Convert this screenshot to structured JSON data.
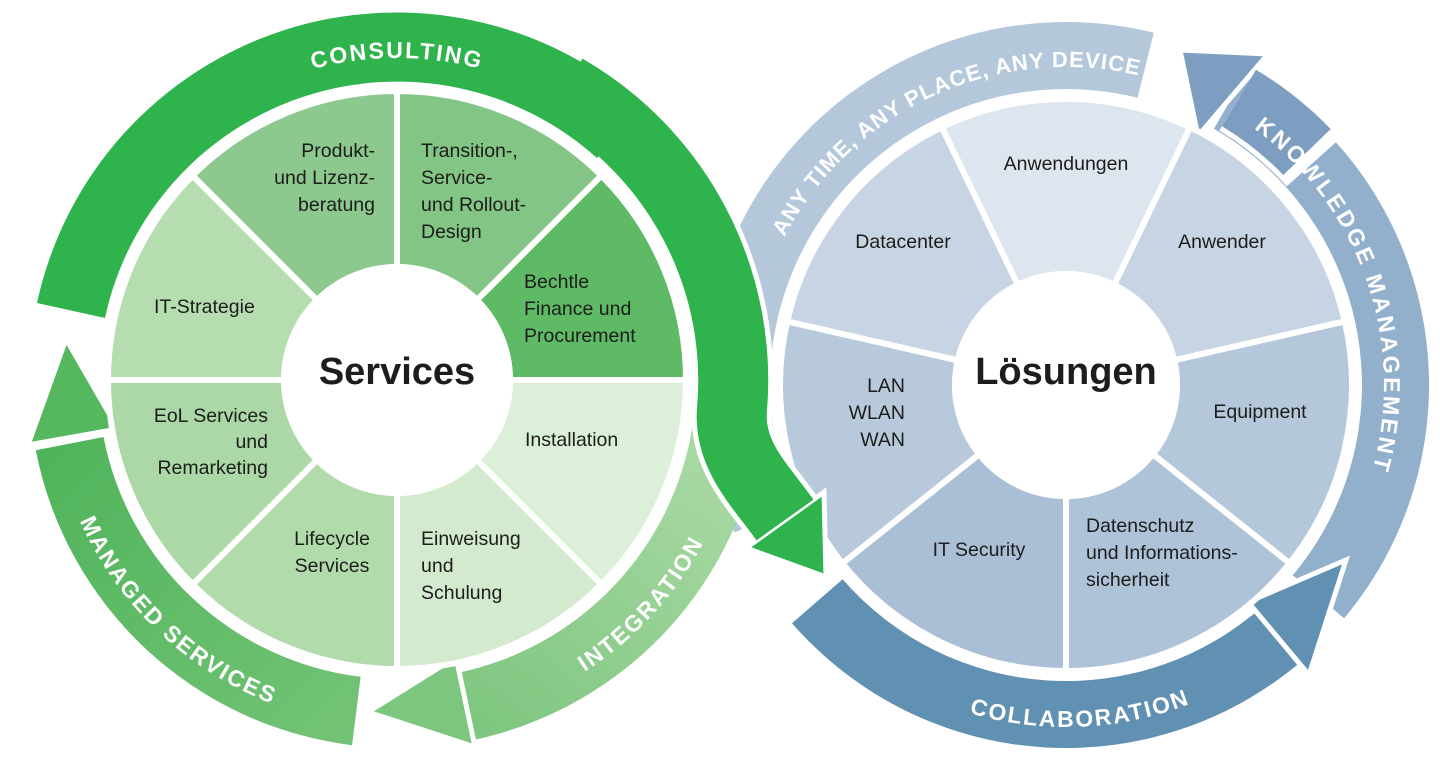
{
  "diagram": {
    "type": "two-wheel cycle infographic",
    "palette": {
      "consulting_green": "#2fb34c",
      "managed_services_green": "#5bb85f",
      "integration_green_light": "#b2dcab",
      "integration_green": "#7dc67f",
      "any_time_blue": "#b4c7db",
      "knowledge_blue": "#92b0cb",
      "collaboration_blue": "#6090b2",
      "cycle_arrow_blue": "#7d9ec0",
      "label_text": "#1d1d1b",
      "ring_text": "#ffffff",
      "background": "#ffffff"
    }
  },
  "left_wheel": {
    "center_label": "Services",
    "ring_labels": {
      "consulting": "CONSULTING",
      "integration": "INTEGRATION",
      "managed_services": "MANAGED SERVICES"
    },
    "segments": [
      {
        "id": "transition-service-rollout-design",
        "lines": [
          "Transition-,",
          "Service-",
          "und Rollout-",
          "Design"
        ]
      },
      {
        "id": "bechtle-finance-procurement",
        "lines": [
          "Bechtle",
          "Finance und",
          "Procurement"
        ]
      },
      {
        "id": "installation",
        "lines": [
          "Installation"
        ]
      },
      {
        "id": "einweisung-und-schulung",
        "lines": [
          "Einweisung",
          "und",
          "Schulung"
        ]
      },
      {
        "id": "lifecycle-services",
        "lines": [
          "Lifecycle",
          "Services"
        ]
      },
      {
        "id": "eol-services-remarketing",
        "lines": [
          "EoL Services",
          "und",
          "Remarketing"
        ]
      },
      {
        "id": "it-strategie",
        "lines": [
          "IT-Strategie"
        ]
      },
      {
        "id": "produkt-lizenzberatung",
        "lines": [
          "Produkt-",
          "und Lizenz-",
          "beratung"
        ]
      }
    ]
  },
  "right_wheel": {
    "center_label": "Lösungen",
    "ring_labels": {
      "any_time": "ANY TIME, ANY PLACE, ANY DEVICE",
      "knowledge_management": "KNOWLEDGE MANAGEMENT",
      "collaboration": "COLLABORATION"
    },
    "segments": [
      {
        "id": "anwendungen",
        "lines": [
          "Anwendungen"
        ]
      },
      {
        "id": "anwender",
        "lines": [
          "Anwender"
        ]
      },
      {
        "id": "equipment",
        "lines": [
          "Equipment"
        ]
      },
      {
        "id": "datenschutz-informationssicherheit",
        "lines": [
          "Datenschutz",
          "und Informations-",
          "sicherheit"
        ]
      },
      {
        "id": "it-security",
        "lines": [
          "IT Security"
        ]
      },
      {
        "id": "lan-wlan-wan",
        "lines": [
          "LAN",
          "WLAN",
          "WAN"
        ]
      },
      {
        "id": "datacenter",
        "lines": [
          "Datacenter"
        ]
      }
    ]
  }
}
